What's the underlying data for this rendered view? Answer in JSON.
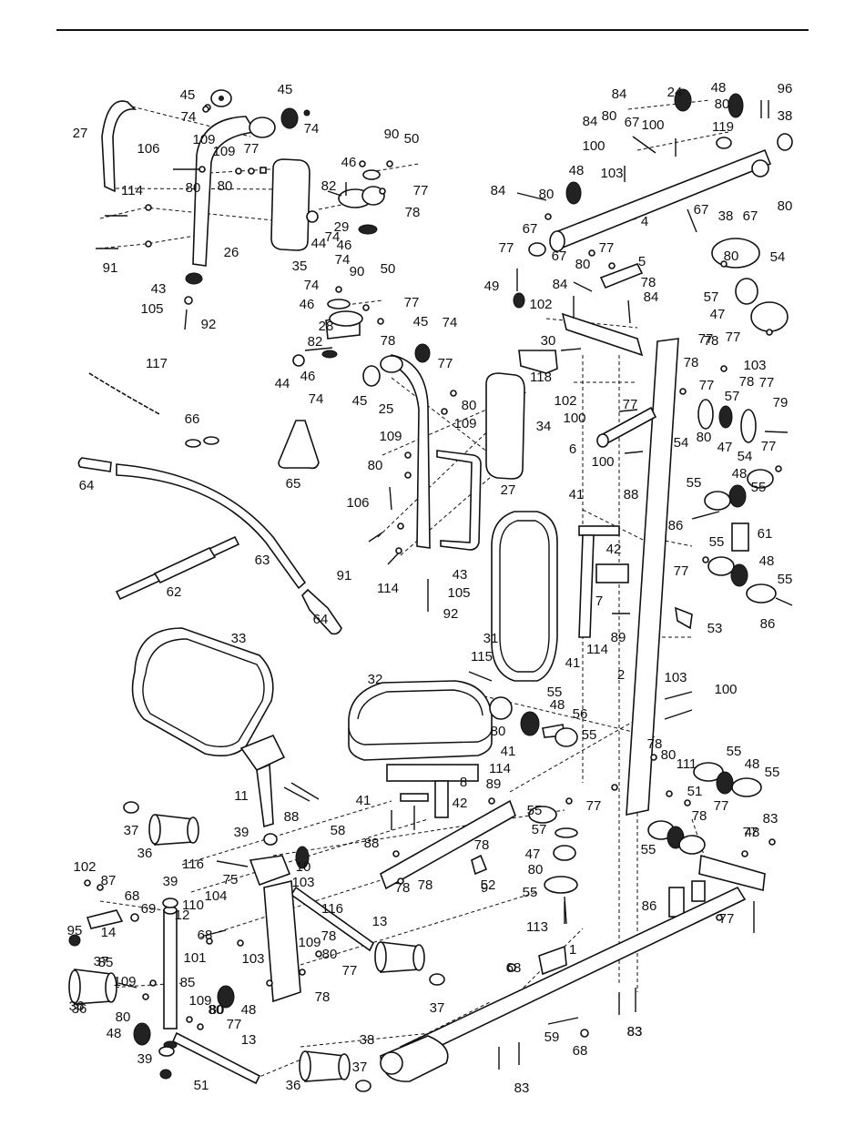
{
  "callouts": [
    "27",
    "45",
    "74",
    "45",
    "74",
    "106",
    "109",
    "80",
    "109",
    "77",
    "80",
    "114",
    "91",
    "26",
    "35",
    "74",
    "90",
    "50",
    "46",
    "77",
    "82",
    "29",
    "78",
    "44",
    "46",
    "74",
    "43",
    "105",
    "92",
    "74",
    "90",
    "50",
    "46",
    "77",
    "28",
    "78",
    "82",
    "46",
    "44",
    "74",
    "45",
    "45",
    "74",
    "25",
    "77",
    "80",
    "109",
    "117",
    "66",
    "65",
    "34",
    "109",
    "80",
    "106",
    "27",
    "91",
    "114",
    "43",
    "105",
    "92",
    "64",
    "63",
    "62",
    "64",
    "84",
    "24",
    "48",
    "96",
    "84",
    "80",
    "67",
    "100",
    "80",
    "119",
    "38",
    "100",
    "103",
    "48",
    "84",
    "80",
    "67",
    "4",
    "67",
    "80",
    "77",
    "67",
    "38",
    "67",
    "80",
    "77",
    "5",
    "78",
    "49",
    "84",
    "102",
    "84",
    "80",
    "57",
    "54",
    "47",
    "77",
    "30",
    "118",
    "77",
    "102",
    "77",
    "78",
    "78",
    "103",
    "78",
    "77",
    "77",
    "57",
    "79",
    "100",
    "6",
    "100",
    "54",
    "80",
    "47",
    "54",
    "77",
    "41",
    "88",
    "55",
    "48",
    "86",
    "55",
    "61",
    "42",
    "55",
    "48",
    "77",
    "55",
    "7",
    "53",
    "86",
    "31",
    "89",
    "114",
    "41",
    "2",
    "33",
    "115",
    "55",
    "103",
    "100",
    "32",
    "80",
    "48",
    "56",
    "55",
    "41",
    "114",
    "78",
    "80",
    "111",
    "55",
    "48",
    "55",
    "11",
    "88",
    "89",
    "51",
    "77",
    "8",
    "42",
    "41",
    "78",
    "55",
    "77",
    "57",
    "48",
    "78",
    "37",
    "36",
    "39",
    "58",
    "88",
    "9",
    "78",
    "78",
    "52",
    "47",
    "80",
    "55",
    "77",
    "86",
    "55",
    "83",
    "113",
    "77",
    "116",
    "10",
    "75",
    "103",
    "39",
    "102",
    "87",
    "69",
    "68",
    "12",
    "104",
    "110",
    "116",
    "78",
    "13",
    "95",
    "14",
    "68",
    "101",
    "103",
    "109",
    "80",
    "77",
    "37",
    "85",
    "85",
    "109",
    "80",
    "36",
    "80",
    "78",
    "36",
    "37",
    "48",
    "109",
    "77",
    "80",
    "48",
    "39",
    "1",
    "68",
    "13",
    "51",
    "38",
    "37",
    "36",
    "83",
    "59",
    "68",
    "83",
    "83"
  ]
}
